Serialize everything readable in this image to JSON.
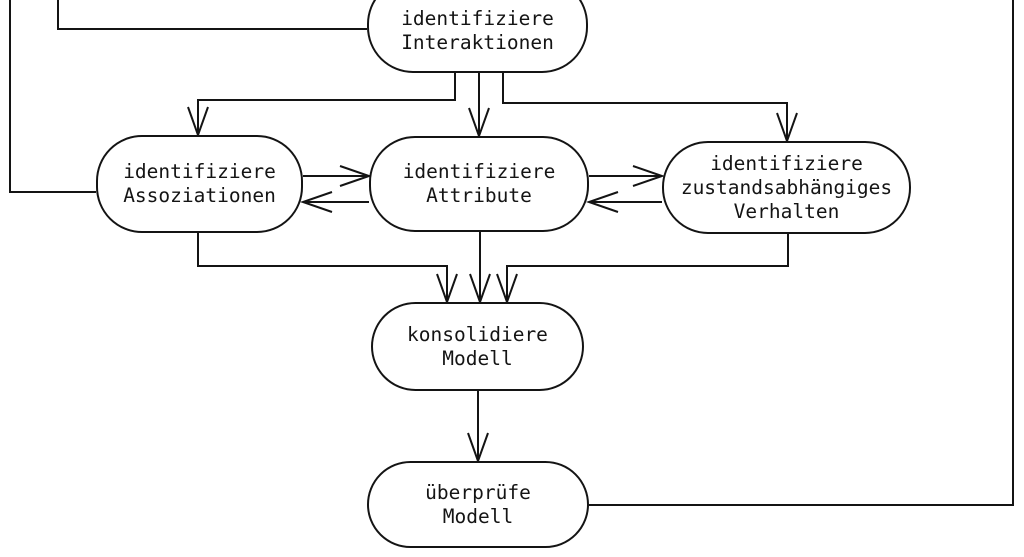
{
  "diagram": {
    "colors": {
      "line": "#141414",
      "background": "#ffffff"
    },
    "nodes": {
      "interaktionen": {
        "line1": "identifiziere",
        "line2": "Interaktionen"
      },
      "assoziationen": {
        "line1": "identifiziere",
        "line2": "Assoziationen"
      },
      "attribute": {
        "line1": "identifiziere",
        "line2": "Attribute"
      },
      "verhalten": {
        "line1": "identifiziere",
        "line2": "zustandsabhängiges",
        "line3": "Verhalten"
      },
      "konsolidiere": {
        "line1": "konsolidiere",
        "line2": "Modell"
      },
      "ueberpruefe": {
        "line1": "überprüfe",
        "line2": "Modell"
      }
    },
    "edges": [
      {
        "from": "offscreen-top-left-outer",
        "to": "identifiziere Assoziationen",
        "arrow": false
      },
      {
        "from": "offscreen-top-left-inner",
        "to": "identifiziere Interaktionen",
        "arrow": false
      },
      {
        "from": "identifiziere Interaktionen",
        "to": "identifiziere Assoziationen",
        "arrow": true
      },
      {
        "from": "identifiziere Interaktionen",
        "to": "identifiziere Attribute",
        "arrow": true
      },
      {
        "from": "identifiziere Interaktionen",
        "to": "identifiziere zustandsabhängiges Verhalten",
        "arrow": true
      },
      {
        "from": "identifiziere Assoziationen",
        "to": "identifiziere Attribute",
        "arrow": true
      },
      {
        "from": "identifiziere Attribute",
        "to": "identifiziere Assoziationen",
        "arrow": true
      },
      {
        "from": "identifiziere Attribute",
        "to": "identifiziere zustandsabhängiges Verhalten",
        "arrow": true
      },
      {
        "from": "identifiziere zustandsabhängiges Verhalten",
        "to": "identifiziere Attribute",
        "arrow": true
      },
      {
        "from": "identifiziere Assoziationen",
        "to": "konsolidiere Modell",
        "arrow": true
      },
      {
        "from": "identifiziere Attribute",
        "to": "konsolidiere Modell",
        "arrow": true
      },
      {
        "from": "identifiziere zustandsabhängiges Verhalten",
        "to": "konsolidiere Modell",
        "arrow": true
      },
      {
        "from": "konsolidiere Modell",
        "to": "überprüfe Modell",
        "arrow": true
      },
      {
        "from": "überprüfe Modell",
        "to": "offscreen-top-right",
        "arrow": false
      }
    ]
  }
}
